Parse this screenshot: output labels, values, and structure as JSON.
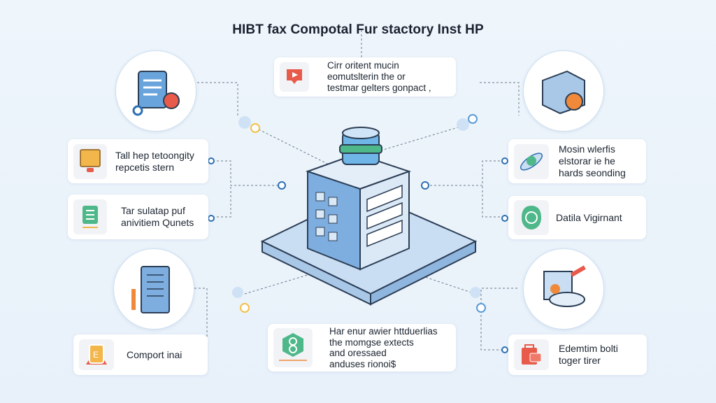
{
  "title": "HIBT fax Compotal Fur stactory Inst HP",
  "cards": {
    "top_center": {
      "text": [
        "Cirr oritent mucin",
        "eomutslterin the or",
        "testmar gelters gonpact ,"
      ],
      "icon": "video-play-icon"
    },
    "left_1": {
      "text": [
        "Tall hep tetoongity",
        "repcetis stern"
      ],
      "icon": "monitor-icon"
    },
    "left_2": {
      "text": [
        "Tar sulatap puf",
        "anivitiem Qunets"
      ],
      "icon": "document-icon"
    },
    "left_3": {
      "text": [
        "Comport inai"
      ],
      "icon": "chip-icon"
    },
    "right_1": {
      "text": [
        "Mosin wlerfis",
        "elstorar ie he",
        "hards seonding"
      ],
      "icon": "satellite-icon"
    },
    "right_2": {
      "text": [
        "Datila Vigirnant"
      ],
      "icon": "shield-icon"
    },
    "right_3": {
      "text": [
        "Edemtim bolti",
        "toger tirer"
      ],
      "icon": "briefcase-icon"
    },
    "bottom_center": {
      "text": [
        "Har enur awier httduerlias",
        "the momgse extects",
        "and oressaed",
        "anduses rionoi$"
      ],
      "icon": "hexagon-plant-icon"
    }
  },
  "colors": {
    "accent": "#5b9bd5",
    "red": "#e85a4a",
    "green": "#4fb88a",
    "yellow": "#f2b64a"
  }
}
